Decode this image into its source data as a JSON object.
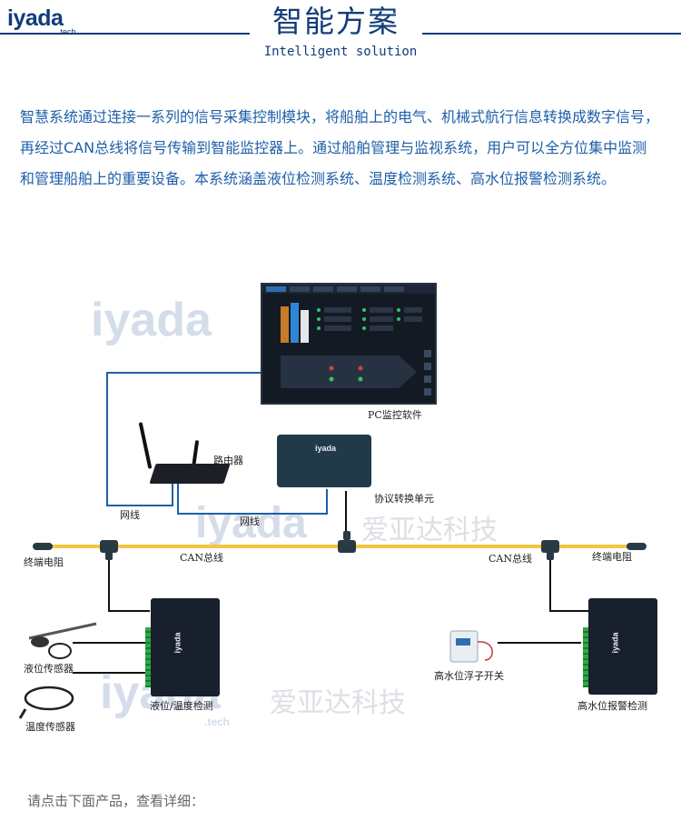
{
  "header": {
    "logo_text": "iyada",
    "logo_sub": ".tech",
    "title_cn": "智能方案",
    "title_en": "Intelligent solution"
  },
  "intro": {
    "paragraph": "智慧系统通过连接一系列的信号采集控制模块，将船舶上的电气、机械式航行信息转换成数字信号，再经过CAN总线将信号传输到智能监控器上。通过船舶管理与监视系统，用户可以全方位集中监测和管理船舶上的重要设备。本系统涵盖液位检测系统、温度检测系统、高水位报警检测系统。"
  },
  "diagram": {
    "watermark": {
      "logo": "iyada",
      "logo_sub": ".tech",
      "company": "爱亚达科技"
    },
    "labels": {
      "pc_software": "PC监控软件",
      "router": "路由器",
      "protocol_converter": "协议转换单元",
      "network_cable_1": "网线",
      "network_cable_2": "网线",
      "terminal_resistor_left": "终端电阻",
      "terminal_resistor_right": "终端电阻",
      "can_bus_left": "CAN总线",
      "can_bus_right": "CAN总线",
      "level_sensor": "液位传感器",
      "temp_sensor": "温度传感器",
      "level_temp_detector": "液位/温度检测",
      "float_switch": "高水位浮子开关",
      "high_water_alarm": "高水位报警检测"
    },
    "device_logo": "iyada",
    "colors": {
      "can_bus": "#f5c542",
      "network_cable": "#1f5fa8",
      "wiring": "#111111",
      "brand_blue": "#123c79"
    }
  },
  "footer": {
    "note": "请点击下面产品，查看详细："
  }
}
